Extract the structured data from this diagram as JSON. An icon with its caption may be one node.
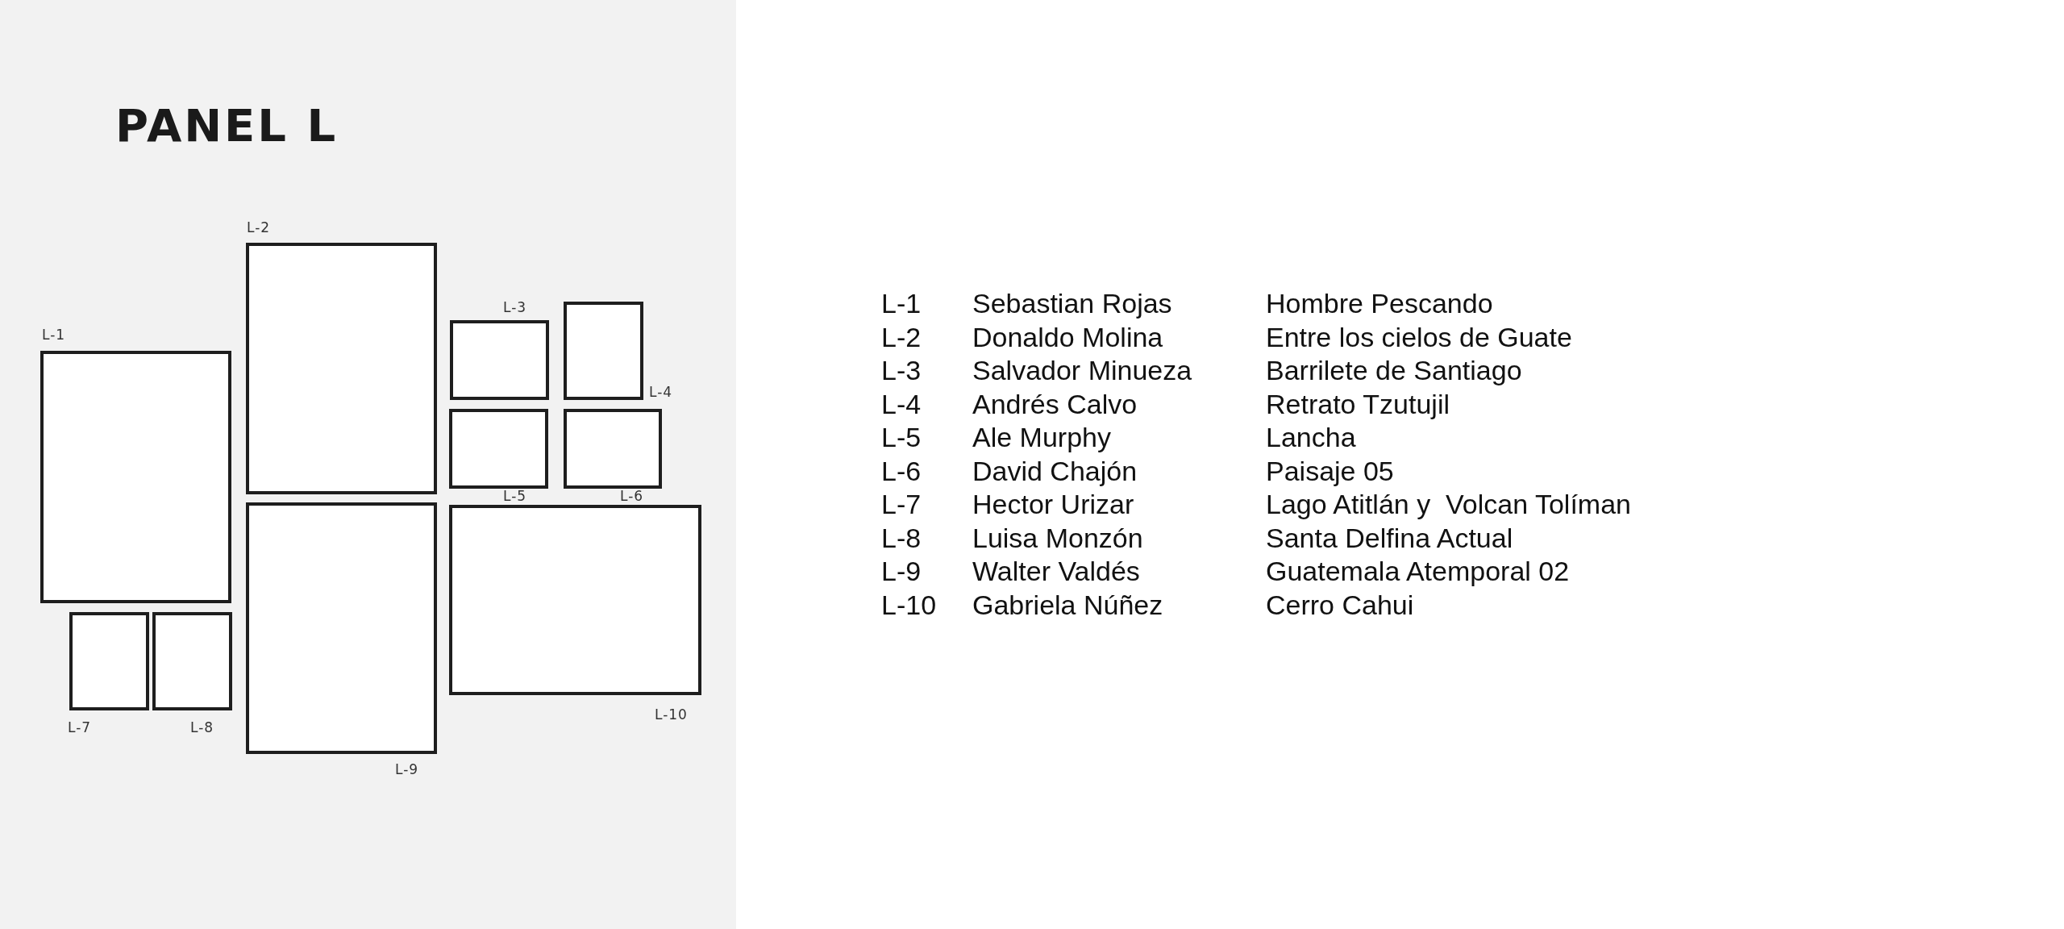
{
  "diagram": {
    "title": "PANEL L",
    "nodes": [
      {
        "text": [],
        "shape": "box",
        "beside": [
          "L-1"
        ]
      },
      {
        "text": [],
        "shape": "box",
        "beside": [
          "L-2"
        ]
      },
      {
        "text": [],
        "shape": "box",
        "beside": [
          "L-3"
        ]
      },
      {
        "text": [],
        "shape": "box",
        "beside": [
          "L-4"
        ]
      },
      {
        "text": [],
        "shape": "box",
        "beside": [
          "L-5"
        ]
      },
      {
        "text": [],
        "shape": "box",
        "beside": [
          "L-6"
        ]
      },
      {
        "text": [],
        "shape": "box",
        "beside": [
          "L-7"
        ]
      },
      {
        "text": [],
        "shape": "box",
        "beside": [
          "L-8"
        ]
      },
      {
        "text": [],
        "shape": "box",
        "beside": [
          "L-9"
        ]
      },
      {
        "text": [],
        "shape": "box",
        "beside": [
          "L-10"
        ]
      }
    ],
    "edges": [],
    "labels": [
      "L-1",
      "Sebastian Rojas",
      "Hombre Pescando",
      "L-2",
      "Donaldo Molina",
      "Entre los cielos de Guate",
      "L-3",
      "Salvador Minueza",
      "Barrilete de Santiago",
      "L-4",
      "Andrés Calvo",
      "Retrato Tzutujil",
      "L-5",
      "Ale Murphy",
      "Lancha",
      "L-6",
      "David Chajón",
      "Paisaje 05",
      "L-7",
      "Hector Urizar",
      "Lago Atitlán y  Volcan Tolíman",
      "L-8",
      "Luisa Monzón",
      "Santa Delfina Actual",
      "L-9",
      "Walter Valdés",
      "Guatemala Atemporal 02",
      "L-10",
      "Gabriela Núñez",
      "Cerro Cahui"
    ]
  }
}
